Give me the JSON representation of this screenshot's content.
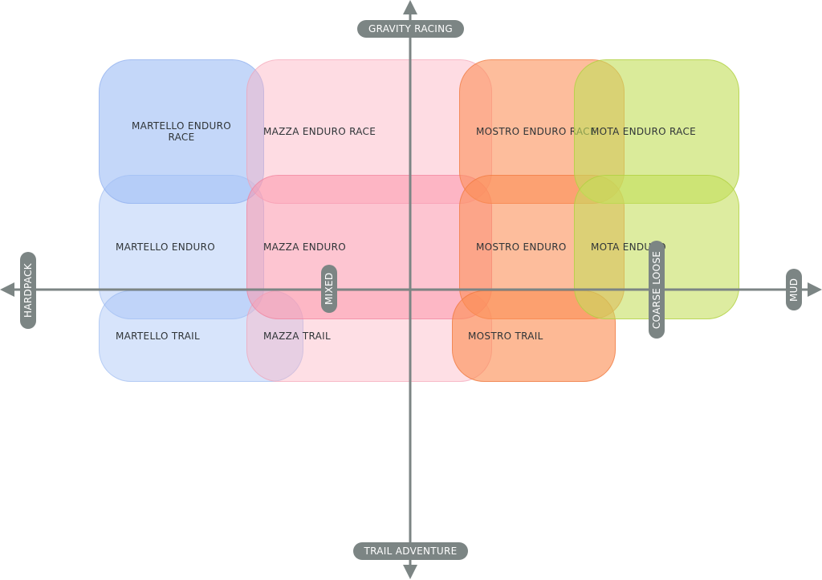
{
  "axes": {
    "top": "GRAVITY RACING",
    "bottom": "TRAIL ADVENTURE",
    "left": "HARDPACK",
    "right": "MUD",
    "mid_left": "MIXED",
    "mid_right": "COARSE LOOSE"
  },
  "colors": {
    "axis": "#7c8584",
    "blue_fill": "rgba(160,190,246,0.55)",
    "blue_border": "rgba(140,172,236,0.6)",
    "pink_fill": "rgba(252,178,194,0.45)",
    "pink_border": "rgba(240,150,172,0.5)",
    "orange_fill": "rgba(252,142,84,0.6)",
    "orange_border": "rgba(238,120,62,0.7)",
    "green_fill": "rgba(196,222,92,0.6)",
    "green_border": "rgba(172,206,60,0.7)"
  },
  "boxes": {
    "martello_enduro_race": "MARTELLO ENDURO RACE",
    "martello_enduro": "MARTELLO ENDURO",
    "martello_trail": "MARTELLO TRAIL",
    "mazza_enduro_race": "MAZZA ENDURO RACE",
    "mazza_enduro": "MAZZA ENDURO",
    "mazza_trail": "MAZZA TRAIL",
    "mostro_enduro_race": "MOSTRO ENDURO RACE",
    "mostro_enduro": "MOSTRO ENDURO",
    "mostro_trail": "MOSTRO TRAIL",
    "mota_enduro_race": "MOTA ENDURO RACE",
    "mota_enduro": "MOTA ENDURO"
  }
}
